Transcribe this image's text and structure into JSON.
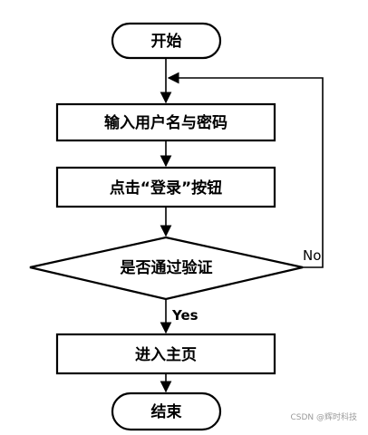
{
  "nodes": {
    "start": "开始",
    "input": "输入用户名与密码",
    "click": "点击“登录”按钮",
    "decision": "是否通过验证",
    "home": "进入主页",
    "end": "结束"
  },
  "edges": {
    "yes": "Yes",
    "no": "No"
  },
  "watermark": "CSDN @辉时科技"
}
